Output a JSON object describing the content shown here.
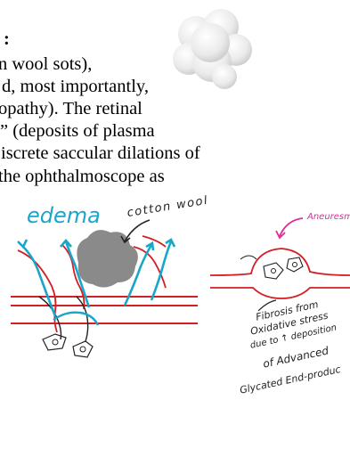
{
  "text": {
    "line1": ":",
    "line2": "n wool sots),",
    "line3": "d, most importantly,",
    "line4": "opathy). The retinal",
    "line5": "” (deposits of plasma",
    "line6": "iscrete saccular dilations of",
    "line7": " the ophthalmoscope as"
  },
  "left_figure": {
    "edema_label": "edema",
    "cotton_label": "cotton wool"
  },
  "right_figure": {
    "aneurysm_label": "Aneuresm",
    "caption_lines": [
      "Fibrosis from",
      "Oxidative stress",
      "due to ↑ deposition",
      "of Advanced",
      "Glycated End-produc"
    ]
  },
  "colors": {
    "edema": "#1aa6c9",
    "vessel": "#d21f26",
    "aneurysm": "#e2289a",
    "blob": "#8a8a8a",
    "ink": "#222222"
  }
}
